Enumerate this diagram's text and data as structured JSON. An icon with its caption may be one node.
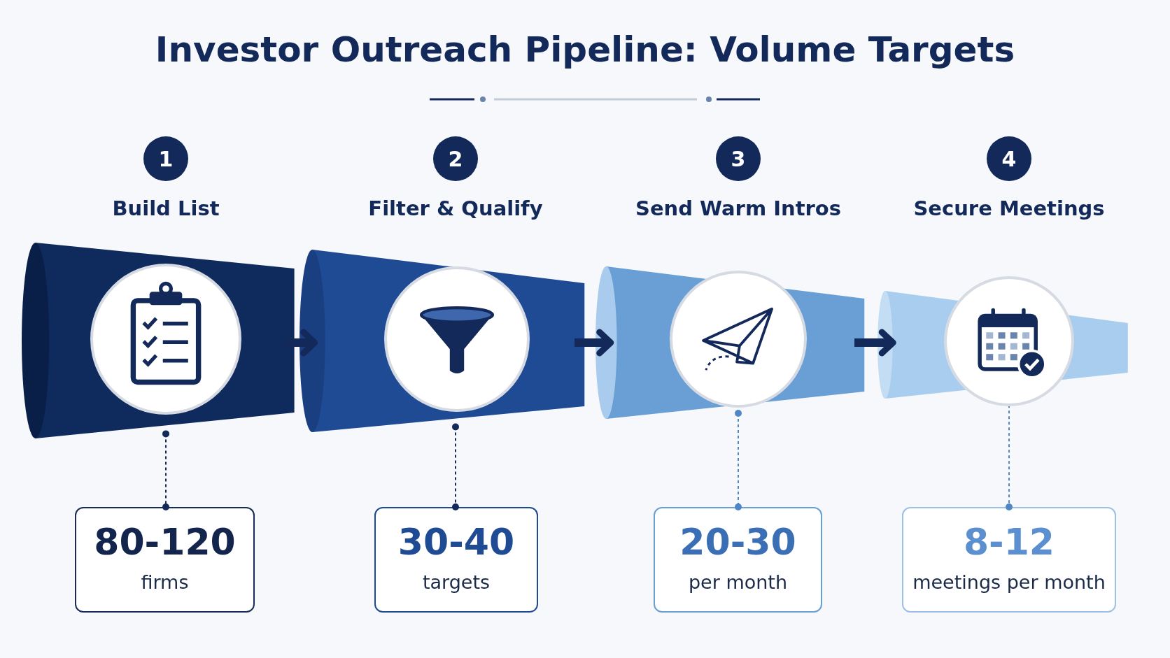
{
  "diagram": {
    "title": "Investor Outreach Pipeline: Volume Targets",
    "nodes": [
      {
        "text": [],
        "shape": "cylinder"
      },
      {
        "text": [],
        "shape": "cylinder"
      },
      {
        "text": [],
        "shape": "cylinder"
      },
      {
        "text": [],
        "shape": "cylinder"
      },
      {
        "text": [
          "80-120",
          "firms"
        ]
      },
      {
        "text": [
          "30-40",
          "targets"
        ]
      },
      {
        "text": [
          "20-30",
          "per month"
        ]
      },
      {
        "text": [
          "8-12",
          "meetings per month"
        ]
      }
    ],
    "edges": [
      {
        "from": 0,
        "to": 1,
        "arrow": "to",
        "style": "thick"
      },
      {
        "from": 1,
        "to": 2,
        "arrow": "to",
        "style": "thick"
      },
      {
        "from": 2,
        "to": 3,
        "arrow": "to",
        "style": "thick"
      },
      {
        "from": 0,
        "to": 4,
        "arrow": "other",
        "style": "dashed"
      },
      {
        "from": 1,
        "to": 5,
        "arrow": "other",
        "style": "dashed"
      },
      {
        "from": 2,
        "to": 6,
        "arrow": "other",
        "style": "dashed",
        "color": "#4f86c6"
      },
      {
        "from": 3,
        "to": 7,
        "arrow": "other",
        "style": "dashed",
        "color": "#4f86c6"
      }
    ],
    "labels": [
      "1",
      "Build List",
      "2",
      "Filter & Qualify",
      "3",
      "Send Warm Intros",
      "4",
      "Secure Meetings"
    ]
  }
}
